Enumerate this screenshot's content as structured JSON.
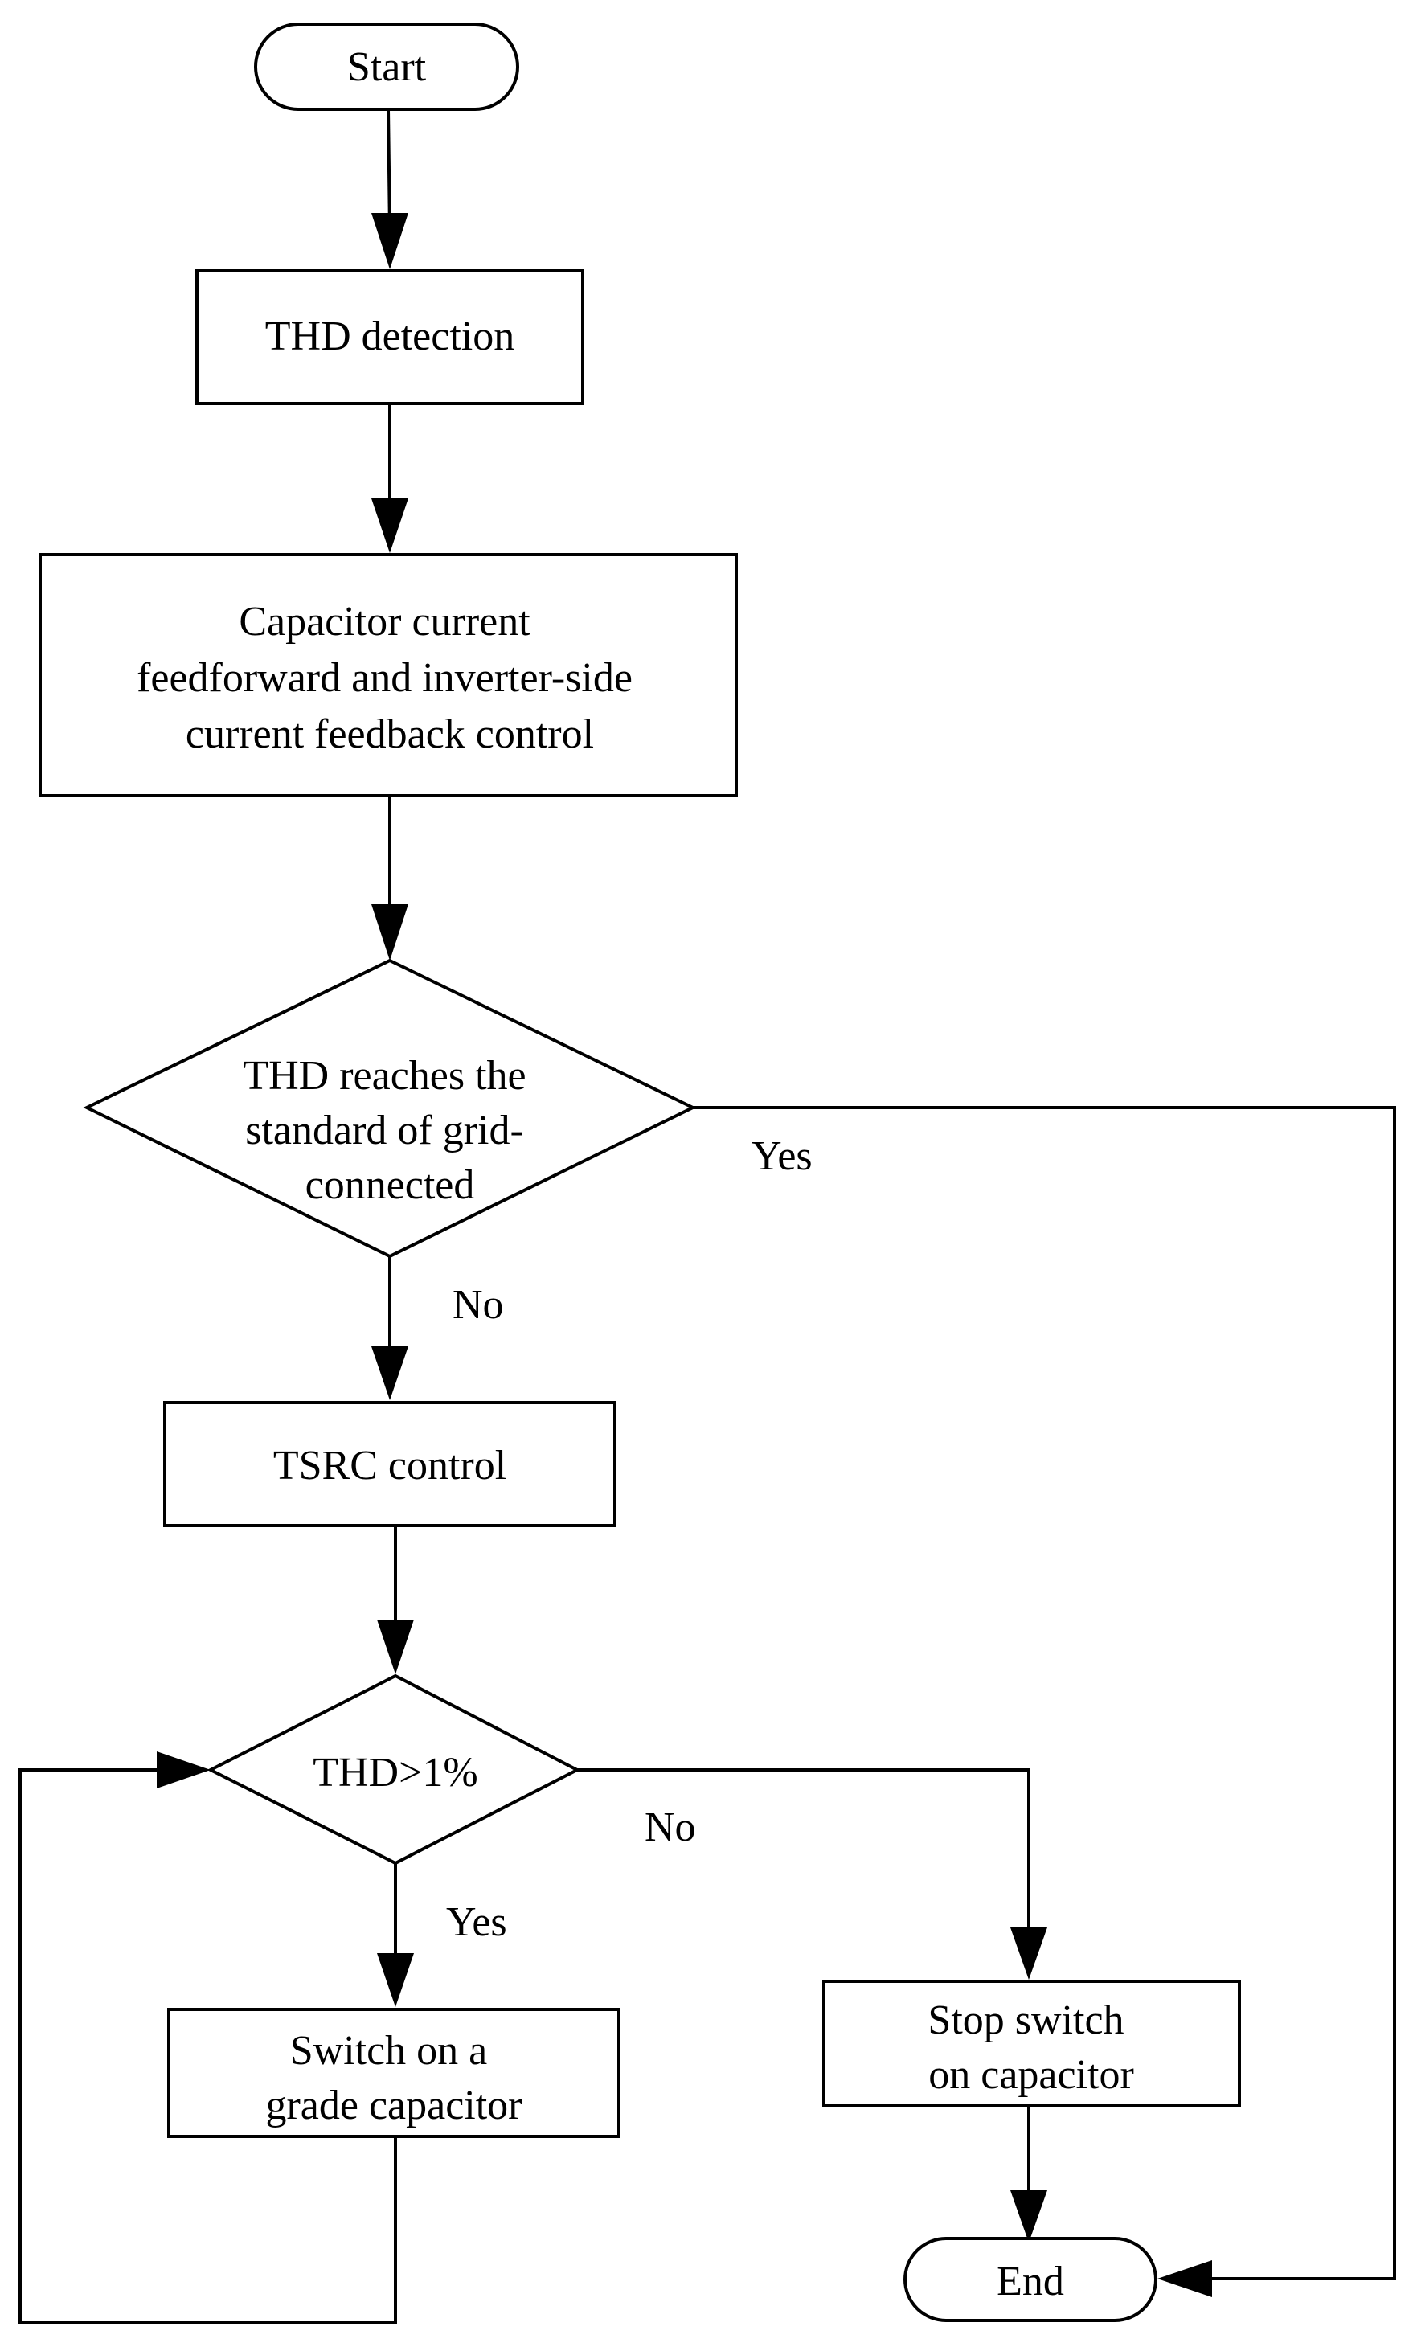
{
  "diagram": {
    "type": "flowchart",
    "nodes": {
      "start": {
        "shape": "terminal",
        "lines": [
          "Start"
        ]
      },
      "thd_detection": {
        "shape": "process",
        "lines": [
          "THD detection"
        ]
      },
      "control": {
        "shape": "process",
        "lines": [
          "Capacitor current",
          "feedforward and inverter-side",
          "current feedback control"
        ]
      },
      "decision_standard": {
        "shape": "decision",
        "lines": [
          "THD reaches the",
          "standard of grid-",
          "connected"
        ]
      },
      "tsrc": {
        "shape": "process",
        "lines": [
          "TSRC control"
        ]
      },
      "decision_thd": {
        "shape": "decision",
        "lines": [
          "THD>1%"
        ]
      },
      "switch_on": {
        "shape": "process",
        "lines": [
          "Switch on a",
          "grade capacitor"
        ]
      },
      "stop_switch": {
        "shape": "process",
        "lines": [
          "Stop switch",
          "on capacitor"
        ]
      },
      "end": {
        "shape": "terminal",
        "lines": [
          "End"
        ]
      }
    },
    "edge_labels": {
      "standard_yes": "Yes",
      "standard_no": "No",
      "thd_no": "No",
      "thd_yes": "Yes"
    },
    "edges": [
      {
        "from": "start",
        "to": "thd_detection"
      },
      {
        "from": "thd_detection",
        "to": "control"
      },
      {
        "from": "control",
        "to": "decision_standard"
      },
      {
        "from": "decision_standard",
        "to": "tsrc",
        "label": "No"
      },
      {
        "from": "decision_standard",
        "to": "end",
        "label": "Yes"
      },
      {
        "from": "tsrc",
        "to": "decision_thd"
      },
      {
        "from": "decision_thd",
        "to": "switch_on",
        "label": "Yes"
      },
      {
        "from": "decision_thd",
        "to": "stop_switch",
        "label": "No"
      },
      {
        "from": "switch_on",
        "to": "decision_thd"
      },
      {
        "from": "stop_switch",
        "to": "end"
      }
    ]
  }
}
